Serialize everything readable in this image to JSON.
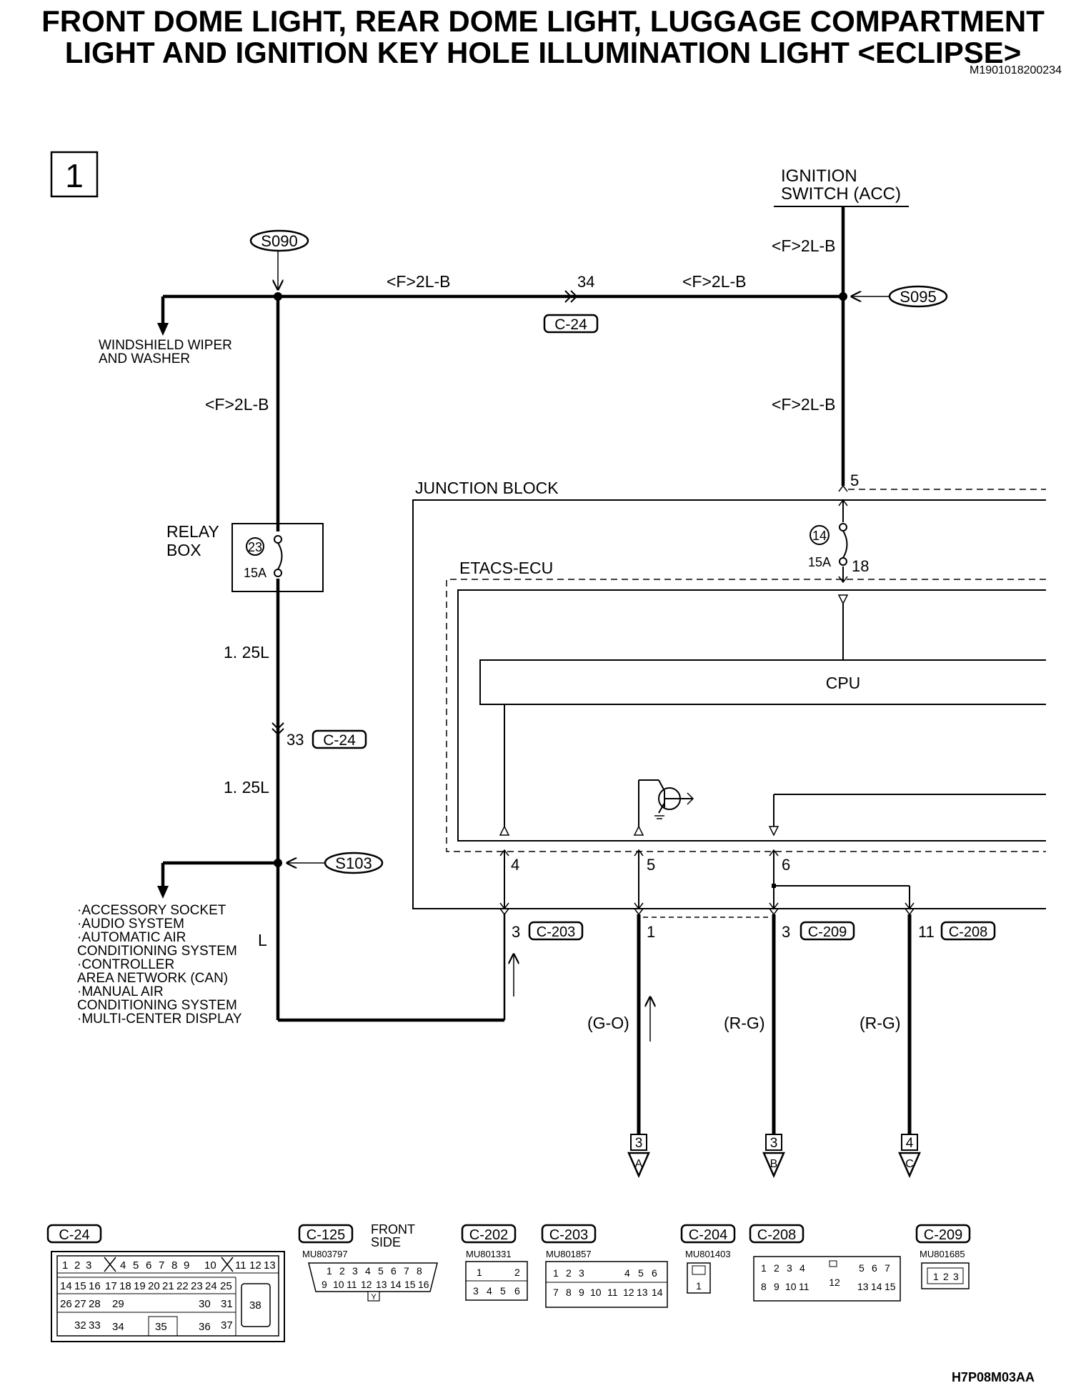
{
  "title": {
    "line1": "FRONT DOME LIGHT, REAR DOME LIGHT, LUGGAGE COMPARTMENT",
    "line2": "LIGHT AND IGNITION KEY HOLE ILLUMINATION LIGHT <ECLIPSE>",
    "code": "M1901018200234"
  },
  "page_number": "1",
  "ignition": {
    "line1": "IGNITION",
    "line2": "SWITCH (ACC)"
  },
  "splices": {
    "s090": "S090",
    "s095": "S095",
    "s103": "S103"
  },
  "wires": {
    "fb_top_left": "<F>2L-B",
    "fb_top_right": "<F>2L-B",
    "fb_ign": "<F>2L-B",
    "fb_left_vert": "<F>2L-B",
    "fb_right_vert": "<F>2L-B",
    "w125_upper": "1. 25L",
    "w125_lower": "1. 25L",
    "l_wire": "L",
    "go": "(G-O)",
    "rg1": "(R-G)",
    "rg2": "(R-G)"
  },
  "pins": {
    "p34": "34",
    "p33": "33",
    "p5_jb": "5",
    "p18": "18",
    "p4": "4",
    "p5": "5",
    "p6": "6",
    "p3_203": "3",
    "p1": "1",
    "p3_209": "3",
    "p11": "11"
  },
  "connectors": {
    "c24_top": "C-24",
    "c24_mid": "C-24",
    "c203": "C-203",
    "c209": "C-209",
    "c208": "C-208"
  },
  "windshield": {
    "line1": "WINDSHIELD WIPER",
    "line2": "AND WASHER"
  },
  "relay_box": {
    "line1": "RELAY",
    "line2": "BOX",
    "fuse_no": "23",
    "amp": "15A"
  },
  "junction_block": {
    "label": "JUNCTION BLOCK",
    "fuse_no": "14",
    "amp": "15A"
  },
  "etacs": "ETACS-ECU",
  "cpu": "CPU",
  "accessory_list": [
    "·ACCESSORY SOCKET",
    "·AUDIO SYSTEM",
    "·AUTOMATIC AIR",
    " CONDITIONING SYSTEM",
    "·CONTROLLER",
    " AREA NETWORK (CAN)",
    "·MANUAL AIR",
    " CONDITIONING SYSTEM",
    "·MULTI-CENTER DISPLAY"
  ],
  "destinations": [
    {
      "num": "3",
      "letter": "A"
    },
    {
      "num": "3",
      "letter": "B"
    },
    {
      "num": "4",
      "letter": "C"
    }
  ],
  "connector_views": {
    "c24": {
      "name": "C-24"
    },
    "c125": {
      "name": "C-125",
      "part": "MU803797",
      "note1": "FRONT",
      "note2": "SIDE",
      "key": "Y"
    },
    "c202": {
      "name": "C-202",
      "part": "MU801331"
    },
    "c203": {
      "name": "C-203",
      "part": "MU801857"
    },
    "c204": {
      "name": "C-204",
      "part": "MU801403"
    },
    "c208": {
      "name": "C-208"
    },
    "c209": {
      "name": "C-209",
      "part": "MU801685"
    }
  },
  "connector_pins": {
    "c24_row1": [
      "1",
      "2",
      "3",
      "4",
      "5",
      "6",
      "7",
      "8",
      "9",
      "10",
      "11",
      "12",
      "13"
    ],
    "c24_row2": [
      "14",
      "15",
      "16",
      "17",
      "18",
      "19",
      "20",
      "21",
      "22",
      "23",
      "24",
      "25"
    ],
    "c24_row3": [
      "26",
      "27",
      "28",
      "29",
      "30",
      "31"
    ],
    "c24_row4": [
      "32",
      "33",
      "34",
      "35",
      "36",
      "37"
    ],
    "c24_big": "38",
    "c125_row1": [
      "1",
      "2",
      "3",
      "4",
      "5",
      "6",
      "7",
      "8"
    ],
    "c125_row2": [
      "9",
      "10",
      "11",
      "12",
      "13",
      "14",
      "15",
      "16"
    ],
    "c202_row1": [
      "1",
      "2"
    ],
    "c202_row2": [
      "3",
      "4",
      "5",
      "6"
    ],
    "c203_row1": [
      "1",
      "2",
      "3",
      "4",
      "5",
      "6"
    ],
    "c203_row2": [
      "7",
      "8",
      "9",
      "10",
      "11",
      "12",
      "13",
      "14"
    ],
    "c204": "1",
    "c208_row1": [
      "1",
      "2",
      "3",
      "4",
      "5",
      "6",
      "7"
    ],
    "c208_row2": [
      "8",
      "9",
      "10",
      "11",
      "13",
      "14",
      "15"
    ],
    "c208_center": "12",
    "c209": [
      "1",
      "2",
      "3"
    ]
  },
  "footer": "H7P08M03AA"
}
